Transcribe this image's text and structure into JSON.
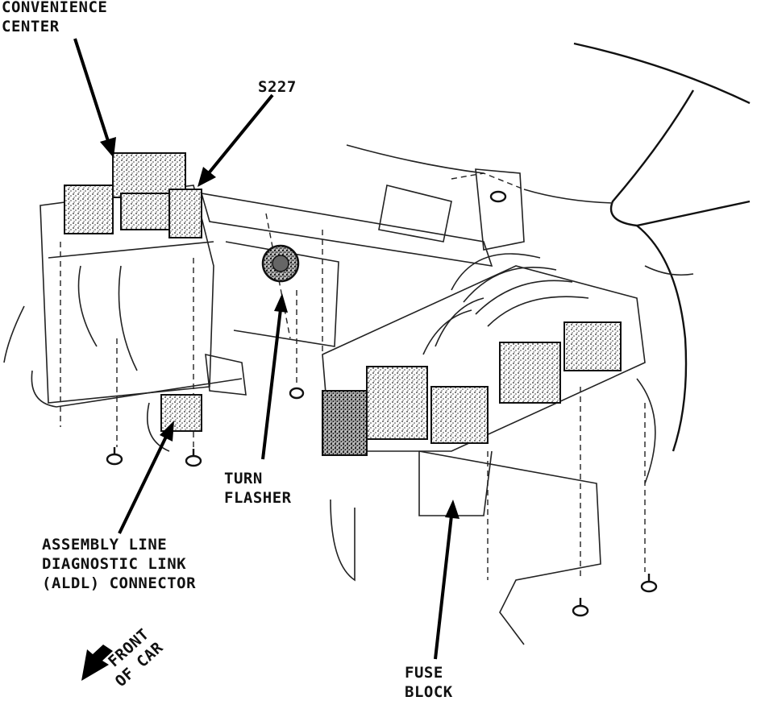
{
  "labels": {
    "convenience_center": [
      "CONVENIENCE",
      "CENTER"
    ],
    "s227": "S227",
    "turn_flasher": [
      "TURN",
      "FLASHER"
    ],
    "aldl": [
      "ASSEMBLY LINE",
      "DIAGNOSTIC LINK",
      "(ALDL) CONNECTOR"
    ],
    "fuse_block": [
      "FUSE",
      "BLOCK"
    ],
    "front_of_car": [
      "FRONT",
      "OF CAR"
    ]
  }
}
